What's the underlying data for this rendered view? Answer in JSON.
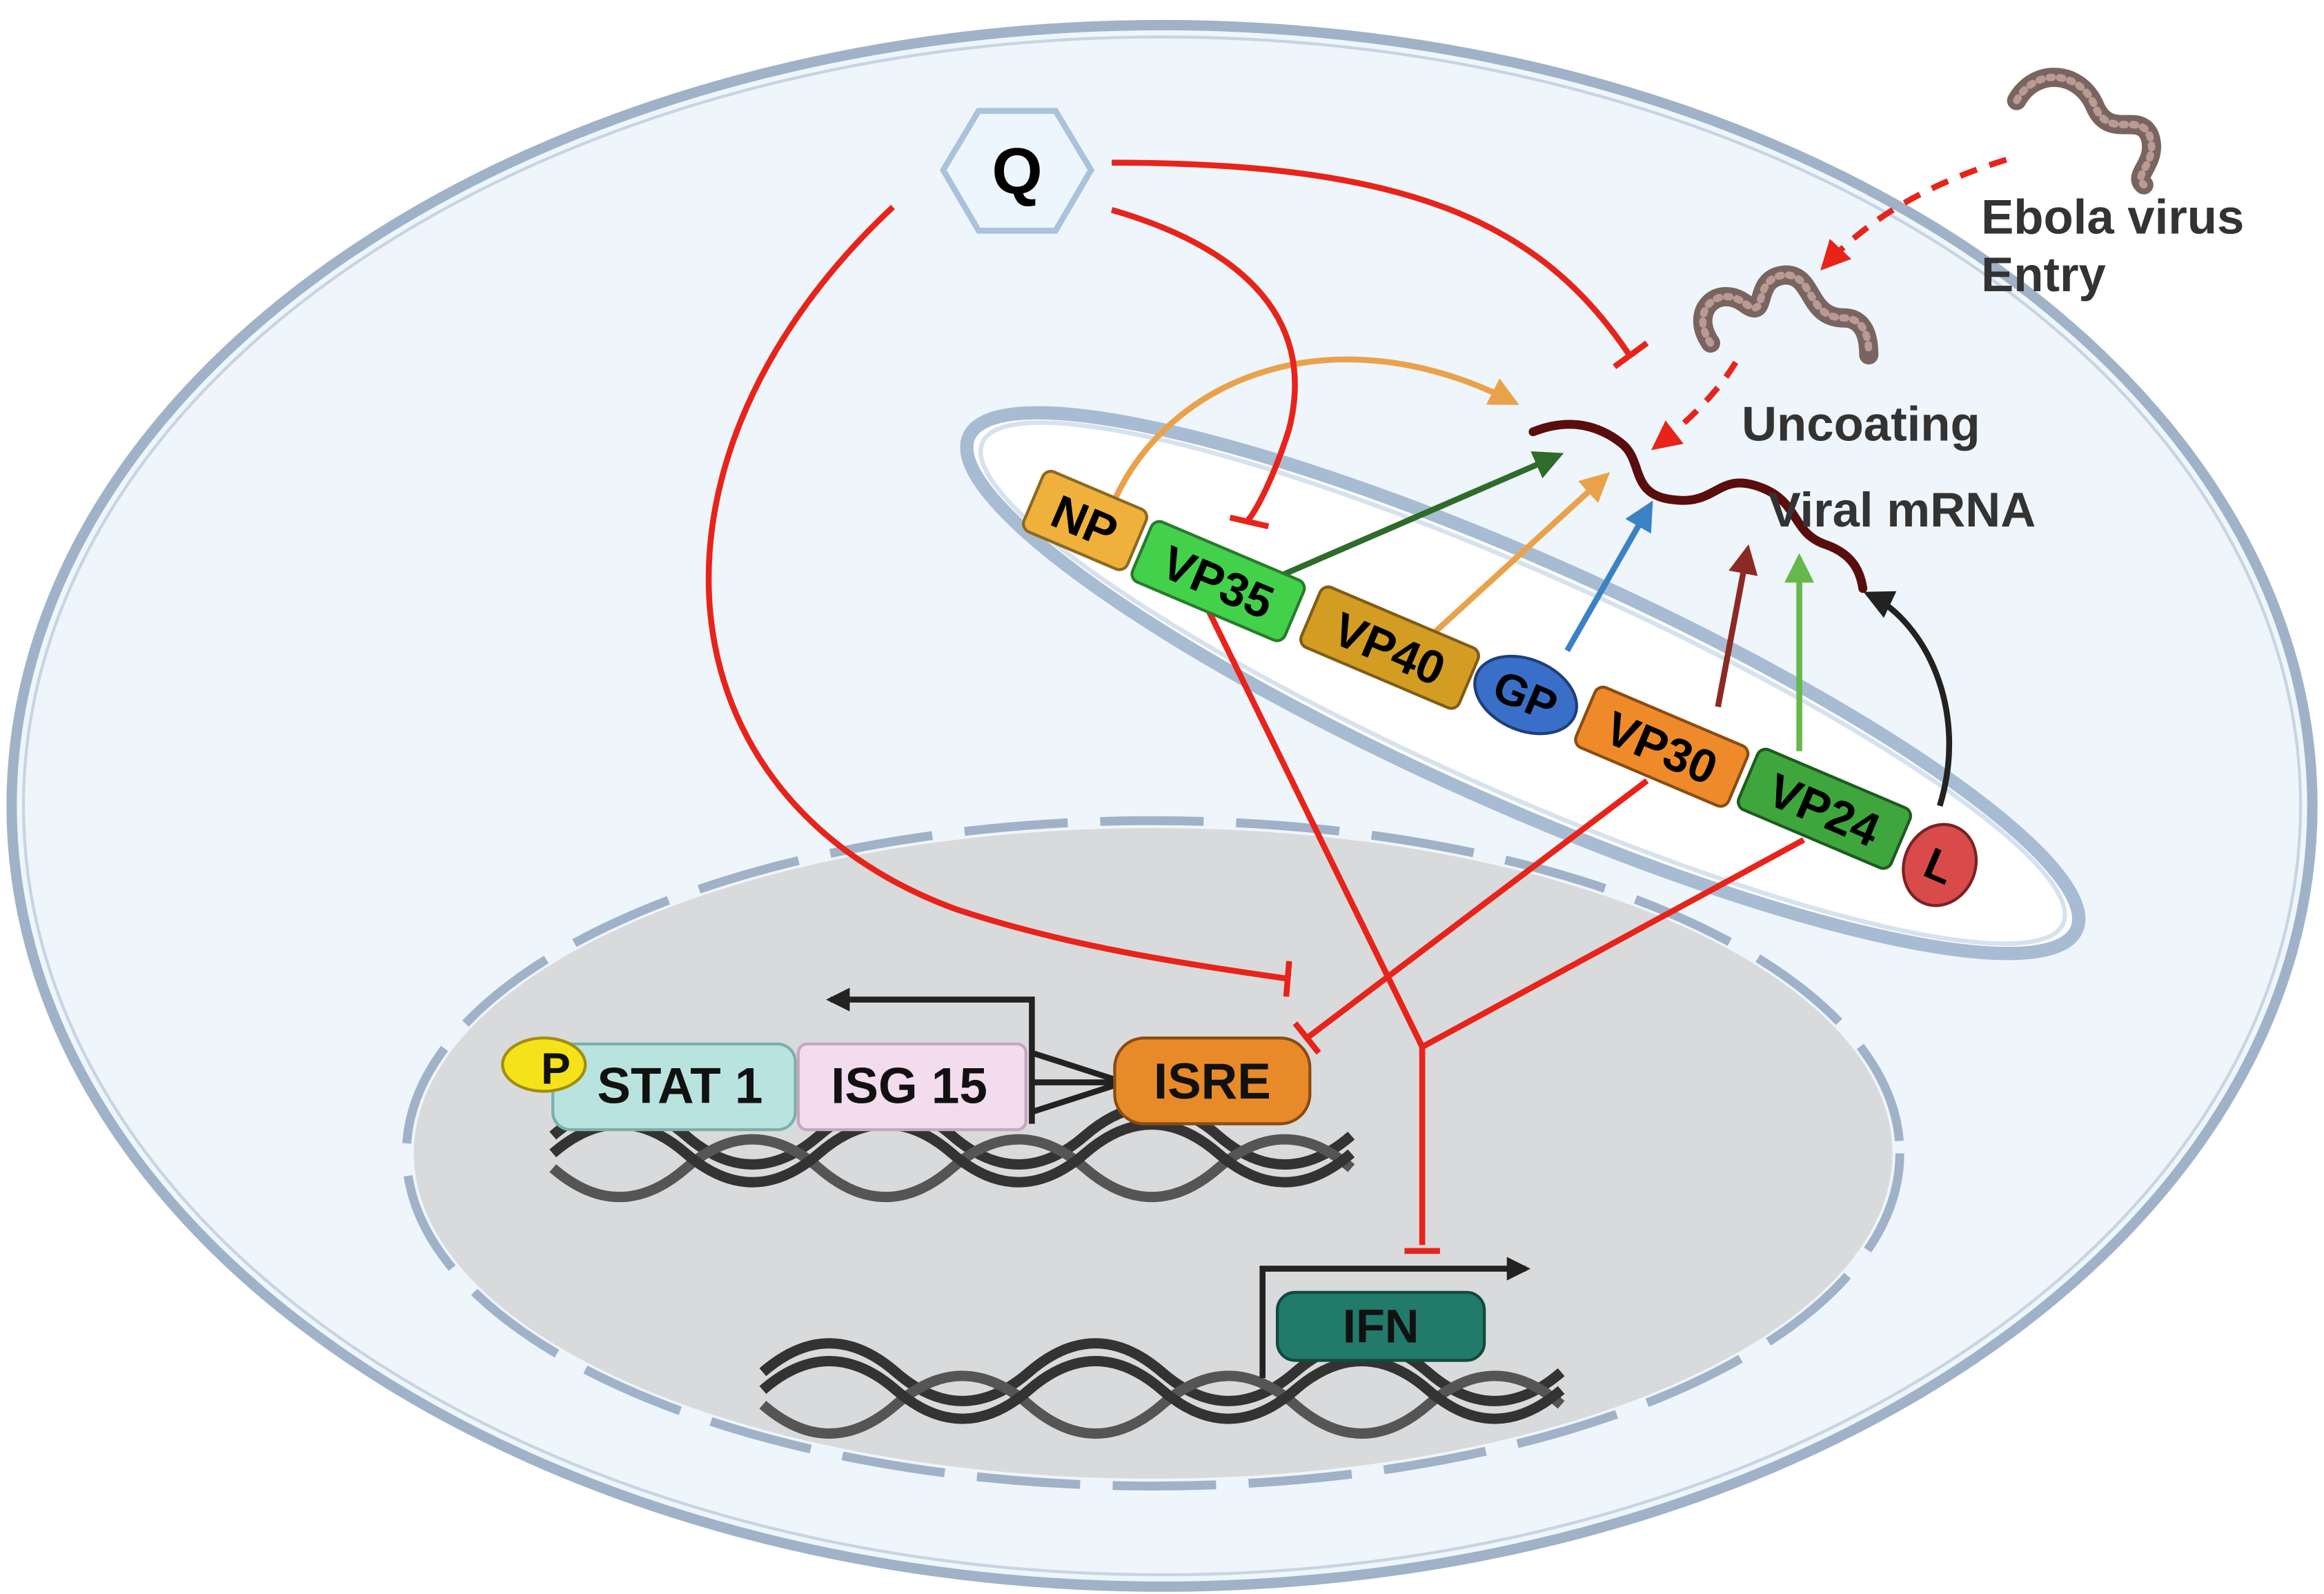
{
  "drug": {
    "label": "Q"
  },
  "virus": {
    "label_line1": "Ebola virus",
    "label_line2": "Entry"
  },
  "steps": {
    "uncoating": "Uncoating",
    "viral_mrna": "Viral mRNA"
  },
  "genes": {
    "np": "NP",
    "vp35": "VP35",
    "vp40": "VP40",
    "gp": "GP",
    "vp30": "VP30",
    "vp24": "VP24",
    "l": "L"
  },
  "nucleus": {
    "phospho": "P",
    "stat1": "STAT 1",
    "isg15": "ISG 15",
    "isre": "ISRE",
    "ifn": "IFN"
  },
  "colors": {
    "inhibition": "#e8231a",
    "cell_fill": "#eef5fb",
    "cell_border": "#9fb2c8",
    "nucleus_fill": "#d9dadc",
    "np": "#f0b13c",
    "vp35": "#43d04a",
    "vp40": "#d39c22",
    "gp": "#3a6fc9",
    "vp30": "#ee8a2a",
    "vp24": "#3ea63c",
    "l": "#d94b4b",
    "isre": "#e98a2a",
    "ifn": "#227a6a",
    "stat1": "#b9e3df",
    "isg15": "#f2dcee"
  }
}
